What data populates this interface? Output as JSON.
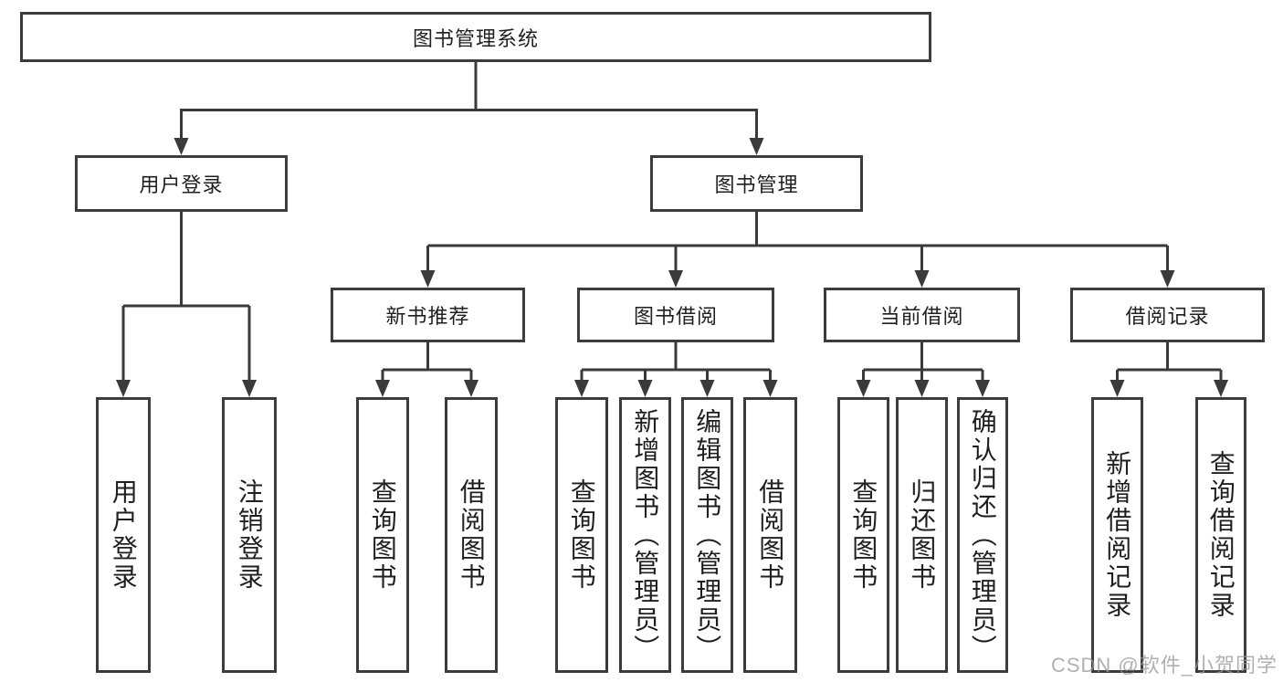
{
  "diagram": {
    "watermark": "CSDN @软件_小贺同学",
    "line_color": "#3a3a3a",
    "border_color": "#3c3c3c",
    "text_color": "#1f1f1f",
    "background_color": "#ffffff",
    "tree": {
      "label": "图书管理系统",
      "children": [
        {
          "label": "用户登录",
          "children": [
            {
              "label": "用户登录"
            },
            {
              "label": "注销登录"
            }
          ]
        },
        {
          "label": "图书管理",
          "children": [
            {
              "label": "新书推荐",
              "children": [
                {
                  "label": "查询图书"
                },
                {
                  "label": "借阅图书"
                }
              ]
            },
            {
              "label": "图书借阅",
              "children": [
                {
                  "label": "查询图书"
                },
                {
                  "label": "新增图书（管理员）"
                },
                {
                  "label": "编辑图书（管理员）"
                },
                {
                  "label": "借阅图书"
                }
              ]
            },
            {
              "label": "当前借阅",
              "children": [
                {
                  "label": "查询图书"
                },
                {
                  "label": "归还图书"
                },
                {
                  "label": "确认归还（管理员）"
                }
              ]
            },
            {
              "label": "借阅记录",
              "children": [
                {
                  "label": "新增借阅记录"
                },
                {
                  "label": "查询借阅记录"
                }
              ]
            }
          ]
        }
      ]
    }
  }
}
